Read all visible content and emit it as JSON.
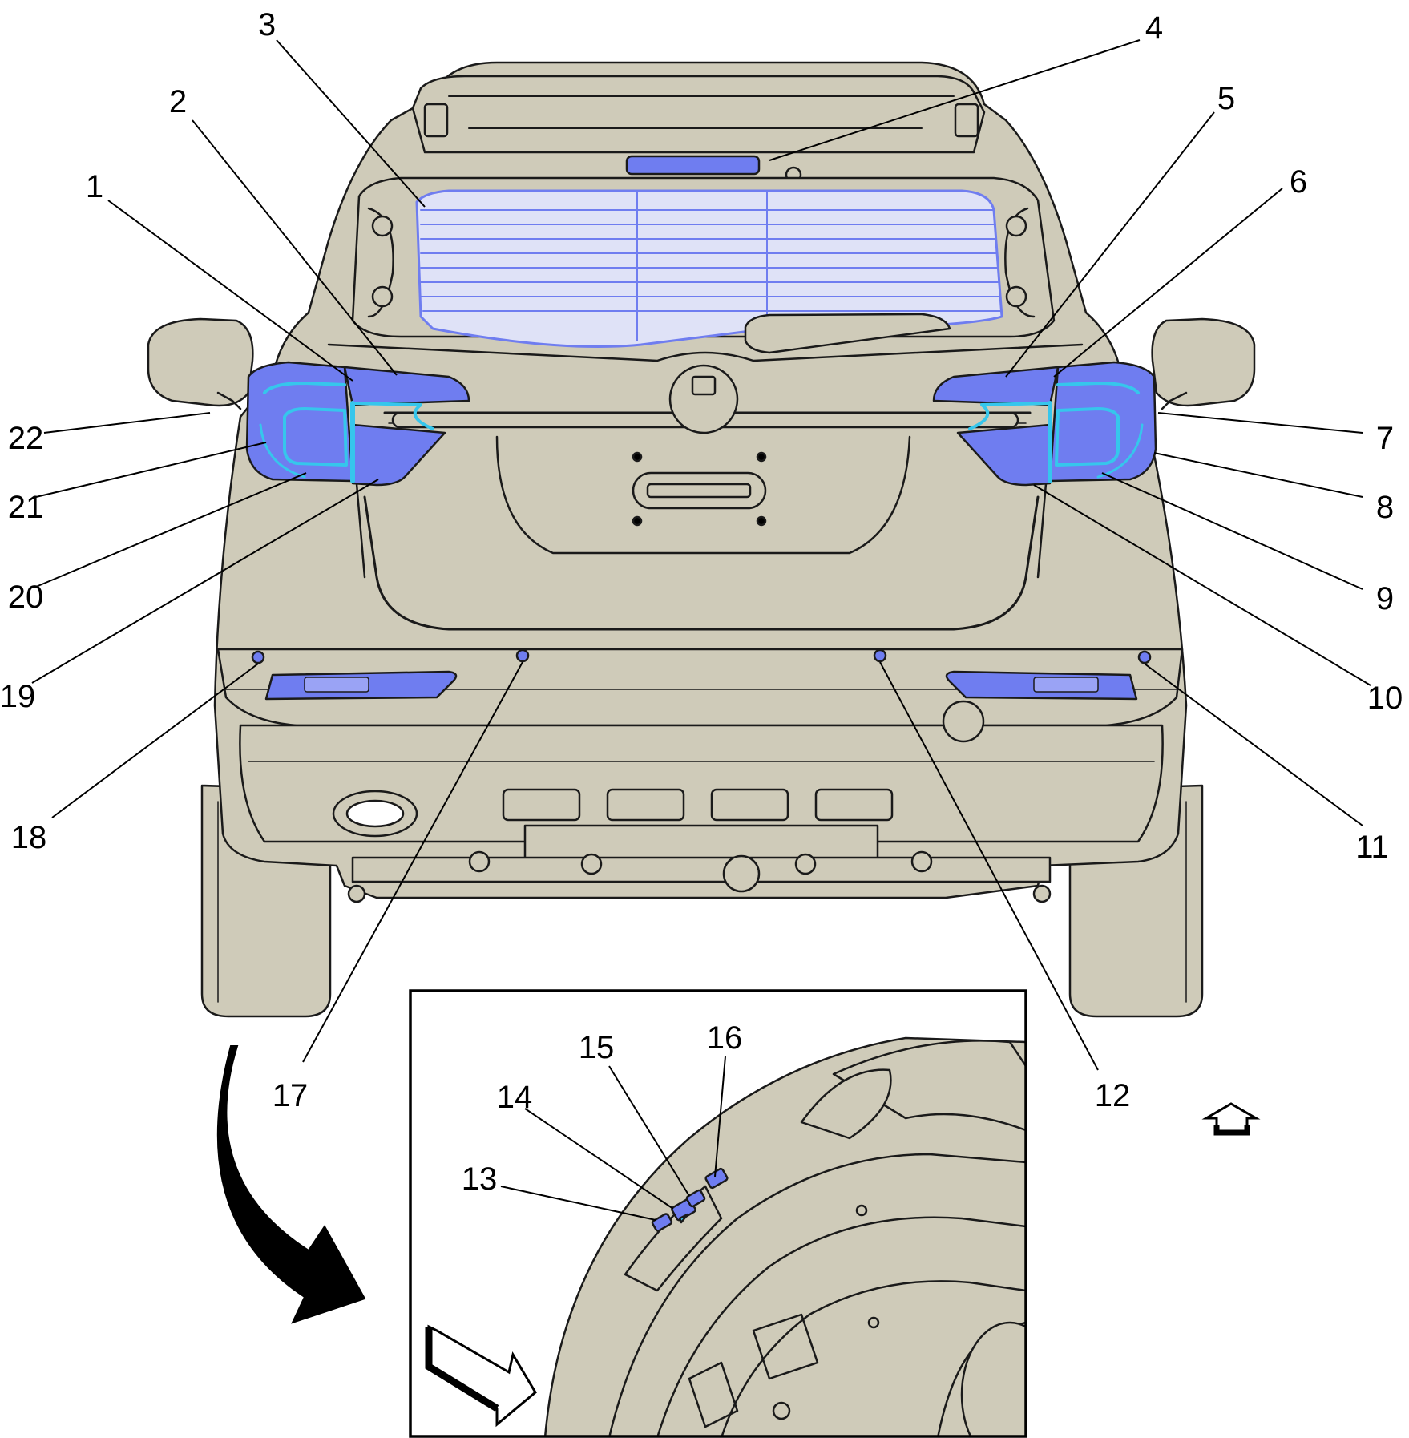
{
  "colors": {
    "body": "#cfcbb9",
    "outline": "#1a1a1a",
    "highlight_blue": "#6f7df0",
    "highlight_cyan": "#36c6ec",
    "background": "#ffffff",
    "inset_frame": "#000000"
  },
  "callouts": [
    {
      "id": 1,
      "label": "1"
    },
    {
      "id": 2,
      "label": "2"
    },
    {
      "id": 3,
      "label": "3"
    },
    {
      "id": 4,
      "label": "4"
    },
    {
      "id": 5,
      "label": "5"
    },
    {
      "id": 6,
      "label": "6"
    },
    {
      "id": 7,
      "label": "7"
    },
    {
      "id": 8,
      "label": "8"
    },
    {
      "id": 9,
      "label": "9"
    },
    {
      "id": 10,
      "label": "10"
    },
    {
      "id": 11,
      "label": "11"
    },
    {
      "id": 12,
      "label": "12"
    },
    {
      "id": 13,
      "label": "13"
    },
    {
      "id": 14,
      "label": "14"
    },
    {
      "id": 15,
      "label": "15"
    },
    {
      "id": 16,
      "label": "16"
    },
    {
      "id": 17,
      "label": "17"
    },
    {
      "id": 18,
      "label": "18"
    },
    {
      "id": 19,
      "label": "19"
    },
    {
      "id": 20,
      "label": "20"
    },
    {
      "id": 21,
      "label": "21"
    },
    {
      "id": 22,
      "label": "22"
    }
  ],
  "icons": {
    "view_direction": "up-arrow-icon",
    "inset_pointer": "curved-arrow-icon",
    "inset_view_direction": "diagonal-arrow-icon"
  }
}
